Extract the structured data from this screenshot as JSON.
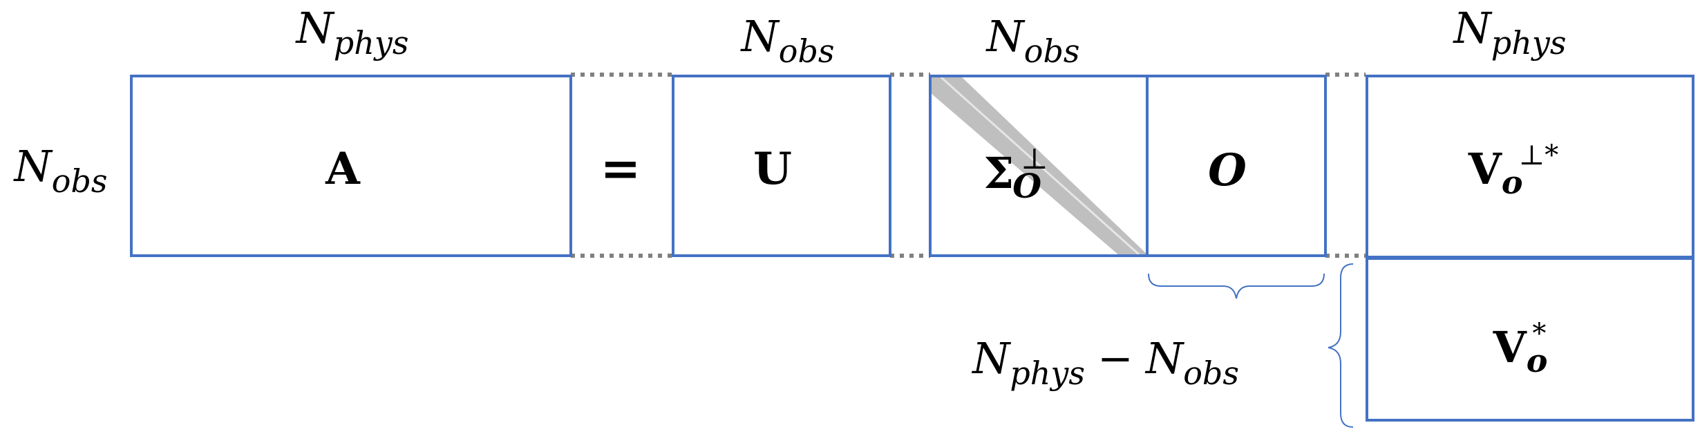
{
  "dims": {
    "top_left": {
      "base": "N",
      "sub": "phys"
    },
    "top_u": {
      "base": "N",
      "sub": "obs"
    },
    "top_sigma": {
      "base": "N",
      "sub": "obs"
    },
    "top_right": {
      "base": "N",
      "sub": "phys"
    },
    "left_row": {
      "base": "N",
      "sub": "obs"
    },
    "bottom_brace": {
      "base1": "N",
      "sub1": "phys",
      "minus": "−",
      "base2": "N",
      "sub2": "obs"
    }
  },
  "matrices": {
    "a": "A",
    "equals": "=",
    "u": "U",
    "sigma": {
      "base": "Σ",
      "sub": "O",
      "sup": "⊥"
    },
    "zero": "O",
    "v_perp": {
      "base": "V",
      "sub": "o",
      "sup": "⊥*"
    },
    "v": {
      "base": "V",
      "sub": "o",
      "sup": "*"
    }
  },
  "colors": {
    "box": "#4472C4",
    "dotted": "#808080",
    "diagonal": "#BFBFBF"
  }
}
